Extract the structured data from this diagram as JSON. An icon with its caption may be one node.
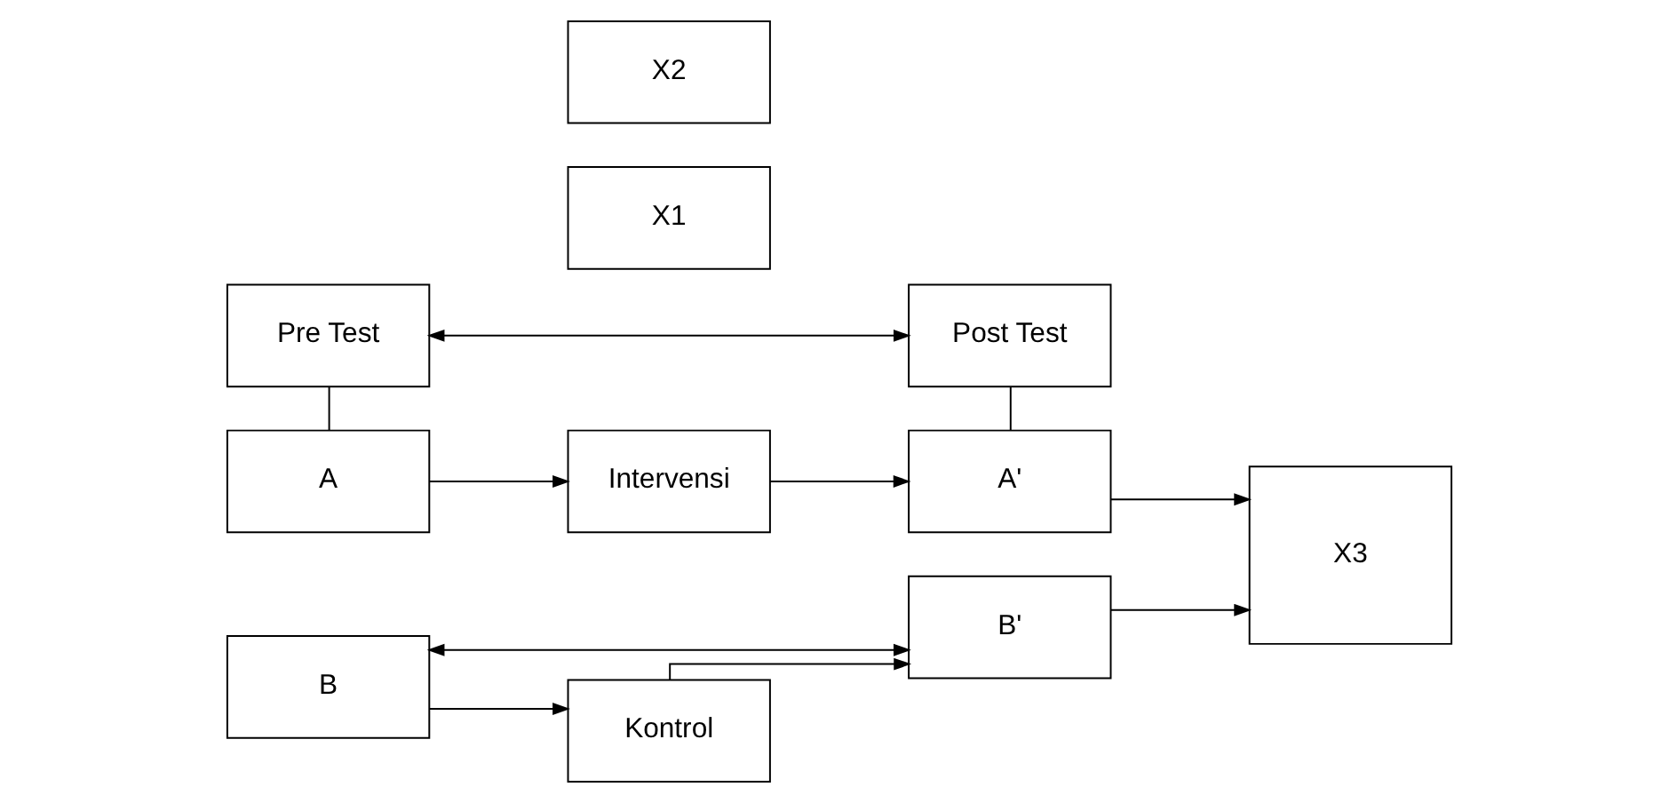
{
  "diagram": {
    "nodes": [
      {
        "text": [
          "Pre Test"
        ]
      },
      {
        "text": [
          "Post Test"
        ]
      },
      {
        "text": [
          "X1"
        ]
      },
      {
        "text": [
          "A"
        ]
      },
      {
        "text": [
          "Intervensi"
        ]
      },
      {
        "text": [
          "A'"
        ]
      },
      {
        "text": [
          "X3"
        ]
      },
      {
        "text": [
          "B"
        ]
      },
      {
        "text": [
          "Kontrol"
        ]
      },
      {
        "text": [
          "B'"
        ]
      },
      {
        "text": [
          "X2"
        ]
      }
    ],
    "edges": [
      {
        "from": 0,
        "to": 1,
        "arrow": "both"
      },
      {
        "from": 0,
        "to": 3,
        "arrow": "none"
      },
      {
        "from": 1,
        "to": 5,
        "arrow": "none"
      },
      {
        "from": 3,
        "to": 4,
        "arrow": "to"
      },
      {
        "from": 4,
        "to": 5,
        "arrow": "to"
      },
      {
        "from": 5,
        "to": 6,
        "arrow": "to"
      },
      {
        "from": 7,
        "to": 8,
        "arrow": "to"
      },
      {
        "from": 8,
        "to": 9,
        "arrow": "to"
      },
      {
        "from": 9,
        "to": 6,
        "arrow": "to"
      },
      {
        "from": 7,
        "to": 9,
        "arrow": "both"
      }
    ]
  }
}
